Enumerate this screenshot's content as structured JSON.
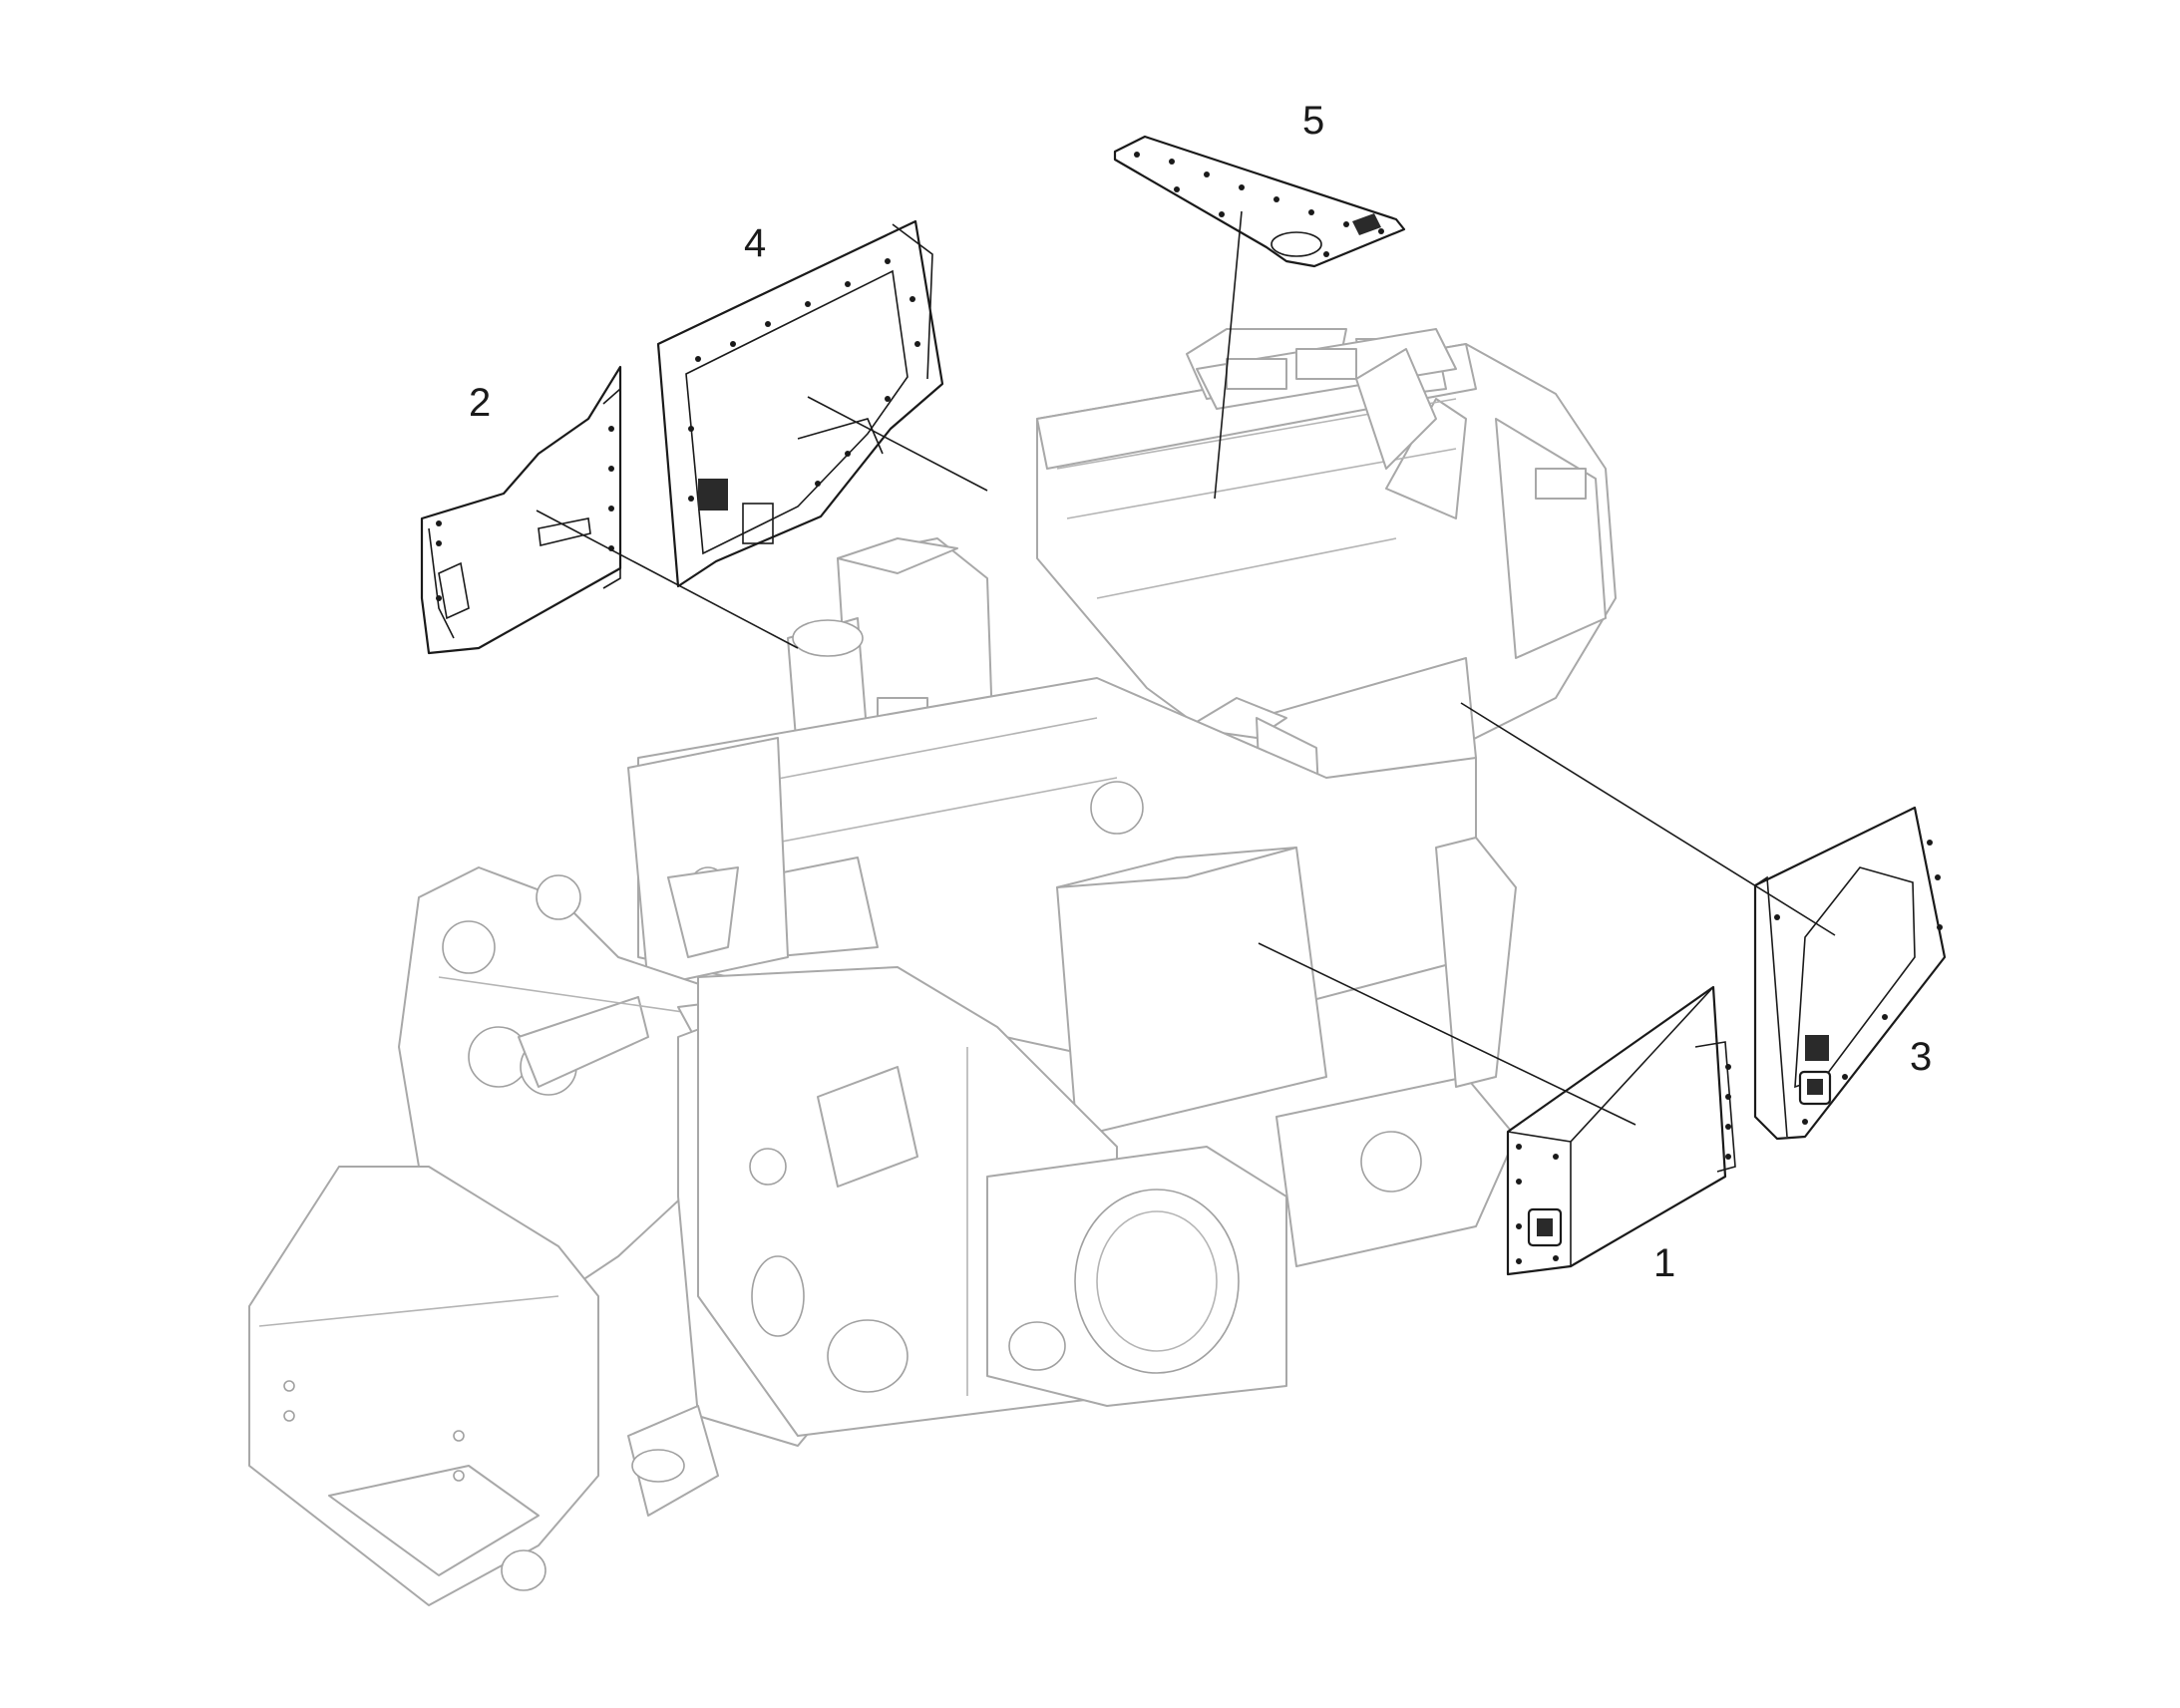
{
  "callouts": {
    "part_1": "1",
    "part_2": "2",
    "part_3": "3",
    "part_4": "4",
    "part_5": "5"
  },
  "colors": {
    "frame_outline": "#a8a8a8",
    "panel_outline": "#1a1a1a",
    "background": "#ffffff"
  }
}
